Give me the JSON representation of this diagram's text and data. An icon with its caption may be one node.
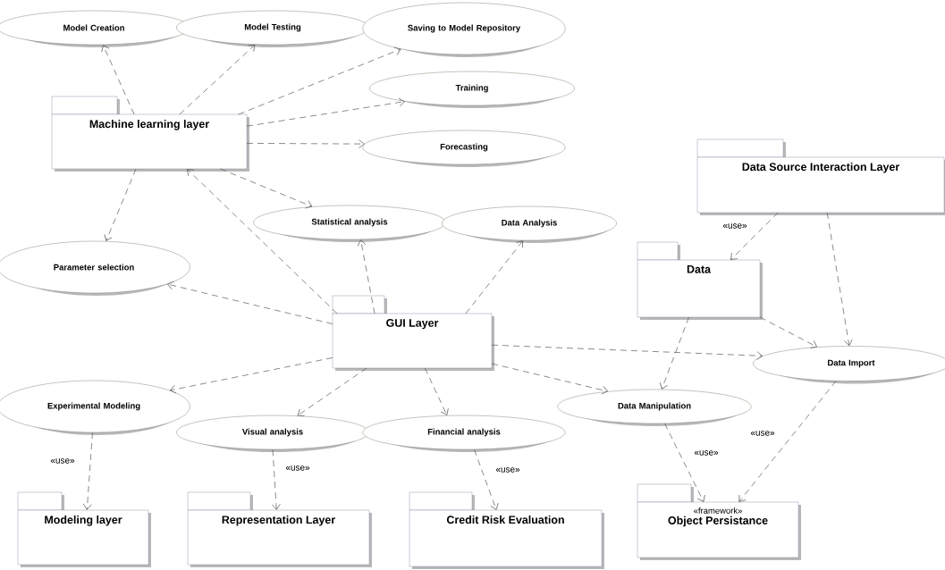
{
  "diagram": {
    "nodes": [
      {
        "text": [
          "Model Creation"
        ]
      },
      {
        "text": [
          "Model Testing"
        ]
      },
      {
        "text": [
          "Saving to Model Repository"
        ]
      },
      {
        "text": [
          "Training"
        ]
      },
      {
        "text": [
          "Forecasting"
        ]
      },
      {
        "text": [
          "Machine learning layer"
        ]
      },
      {
        "text": [
          "Statistical analysis"
        ]
      },
      {
        "text": [
          "Data Analysis"
        ]
      },
      {
        "text": [
          "Data Source Interaction Layer"
        ]
      },
      {
        "text": [
          "Parameter selection"
        ]
      },
      {
        "text": [
          "GUI Layer"
        ]
      },
      {
        "text": [
          "Data"
        ]
      },
      {
        "text": [
          "Data Import"
        ]
      },
      {
        "text": [
          "Experimental Modeling"
        ]
      },
      {
        "text": [
          "Visual analysis"
        ]
      },
      {
        "text": [
          "Financial analysis"
        ]
      },
      {
        "text": [
          "Data Manipulation"
        ]
      },
      {
        "text": [
          "Modeling layer"
        ]
      },
      {
        "text": [
          "Representation Layer"
        ]
      },
      {
        "text": [
          "Credit Risk Evaluation"
        ]
      },
      {
        "text": [
          "«framework»",
          "Object Persistance"
        ]
      }
    ],
    "edges": [
      {
        "from": 5,
        "to": 0,
        "arrow": "to"
      },
      {
        "from": 5,
        "to": 1,
        "arrow": "to"
      },
      {
        "from": 5,
        "to": 2,
        "arrow": "to"
      },
      {
        "from": 5,
        "to": 3,
        "arrow": "to"
      },
      {
        "from": 5,
        "to": 4,
        "arrow": "to"
      },
      {
        "from": 5,
        "to": 6,
        "arrow": "to"
      },
      {
        "from": 5,
        "to": 9,
        "arrow": "to"
      },
      {
        "from": 10,
        "to": 5,
        "arrow": "to"
      },
      {
        "from": 10,
        "to": 6,
        "arrow": "to"
      },
      {
        "from": 10,
        "to": 7,
        "arrow": "to"
      },
      {
        "from": 10,
        "to": 9,
        "arrow": "to"
      },
      {
        "from": 10,
        "to": 13,
        "arrow": "to"
      },
      {
        "from": 10,
        "to": 14,
        "arrow": "to"
      },
      {
        "from": 10,
        "to": 15,
        "arrow": "to"
      },
      {
        "from": 10,
        "to": 16,
        "arrow": "to"
      },
      {
        "from": 10,
        "to": 12,
        "arrow": "to"
      },
      {
        "from": 8,
        "to": 11,
        "arrow": "to",
        "label": "«use»"
      },
      {
        "from": 8,
        "to": 12,
        "arrow": "to"
      },
      {
        "from": 11,
        "to": 12,
        "arrow": "to"
      },
      {
        "from": 11,
        "to": 16,
        "arrow": "to"
      },
      {
        "from": 13,
        "to": 17,
        "arrow": "to",
        "label": "«use»"
      },
      {
        "from": 14,
        "to": 18,
        "arrow": "to",
        "label": "«use»"
      },
      {
        "from": 15,
        "to": 19,
        "arrow": "to",
        "label": "«use»"
      },
      {
        "from": 16,
        "to": 20,
        "arrow": "to",
        "label": "«use»"
      },
      {
        "from": 12,
        "to": 20,
        "arrow": "to",
        "label": "«use»"
      }
    ]
  }
}
